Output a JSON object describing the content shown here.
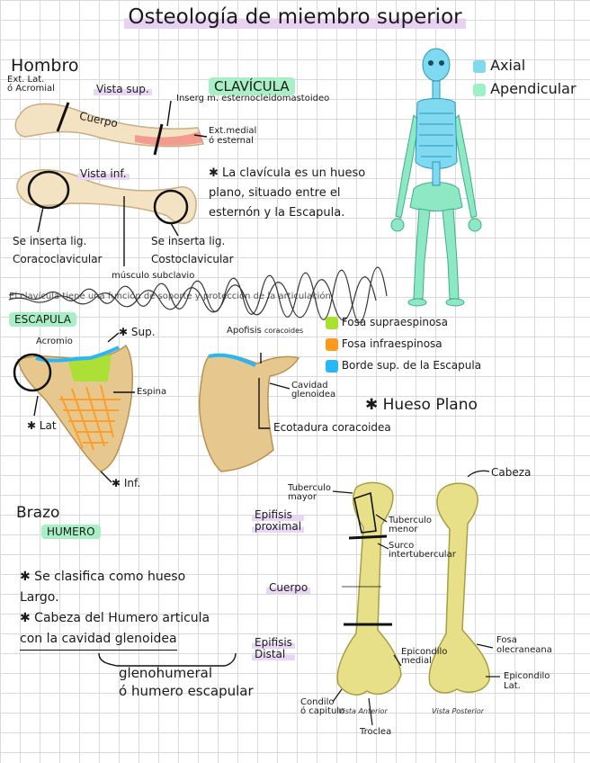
{
  "title": "Osteología de miembro superior",
  "section_hombro": "Hombro",
  "clavicula": {
    "heading": "CLAVÍCULA",
    "vista_sup": "Vista sup.",
    "vista_inf": "Vista inf.",
    "ext_lat": "Ext. Lat.",
    "ext_lat_2": "ó Acromial",
    "cuerpo": "Cuerpo",
    "inser": "Inserg m. esternocleidomastoideo",
    "ext_medial": "Ext.medial",
    "ext_medial_2": "ó esternal",
    "lig_coraco_1": "Se inserta lig.",
    "lig_coraco_2": "Coracoclavicular",
    "lig_costo_1": "Se inserta lig.",
    "lig_costo_2": "Costoclavicular",
    "musculo_1": "músculo",
    "musculo_2": "subclavio",
    "note_1": "✱ La clavícula es un hueso",
    "note_2": "plano, situado entre el",
    "note_3": "esternón y la Escapula."
  },
  "skeleton_legend": [
    {
      "label": "Axial",
      "color": "#7fd9f0"
    },
    {
      "label": "Apendicular",
      "color": "#9ef0c8"
    }
  ],
  "scribble": "El clavícula tiene una función de soporte y protección de la articulación",
  "escapula": {
    "heading": "ESCAPULA",
    "acromio": "Acromio",
    "sup": "✱ Sup.",
    "espina": "Espina",
    "lat": "✱ Lat",
    "inf": "✱ Inf.",
    "apofisis_1": "Apofisis",
    "apofisis_2": "coracoides",
    "cavidad_1": "Cavidad",
    "cavidad_2": "glenoidea",
    "ecotadura": "Ecotadura coracoidea",
    "hueso_plano": "✱ Hueso Plano",
    "legend": [
      {
        "label": "Fosa supraespinosa",
        "color": "#a6e22e"
      },
      {
        "label": "Fosa infraespinosa",
        "color": "#ff9a1f"
      },
      {
        "label": "Borde sup. de la Escapula",
        "color": "#29b6f6"
      }
    ]
  },
  "brazo": {
    "section": "Brazo",
    "heading": "HUMERO",
    "note_1": "✱ Se clasifica como hueso",
    "note_2": "Largo.",
    "note_3": "✱ Cabeza del Humero articula",
    "note_4": "con la cavidad glenoidea",
    "note_5": "glenohumeral",
    "note_6": "ó humero escapular",
    "epifisis_prox_1": "Epifisis",
    "epifisis_prox_2": "proximal",
    "cuerpo": "Cuerpo",
    "epifisis_dist_1": "Epifisis",
    "epifisis_dist_2": "Distal",
    "tuberculo_mayor_1": "Tuberculo",
    "tuberculo_mayor_2": "mayor",
    "tuberculo_menor_1": "Tuberculo",
    "tuberculo_menor_2": "menor",
    "surco_1": "Surco",
    "surco_2": "intertubercular",
    "cabeza": "Cabeza",
    "epicondilo_medial_1": "Epicondilo",
    "epicondilo_medial_2": "medial",
    "fosa_olec_1": "Fosa",
    "fosa_olec_2": "olecraneana",
    "epicondilo_lat_1": "Epicondilo",
    "epicondilo_lat_2": "Lat.",
    "condilo_1": "Condilo",
    "condilo_2": "ó capitulo",
    "vista_anterior": "Vista Anterior",
    "vista_posterior": "Vista Posterior",
    "troclea": "Troclea"
  }
}
